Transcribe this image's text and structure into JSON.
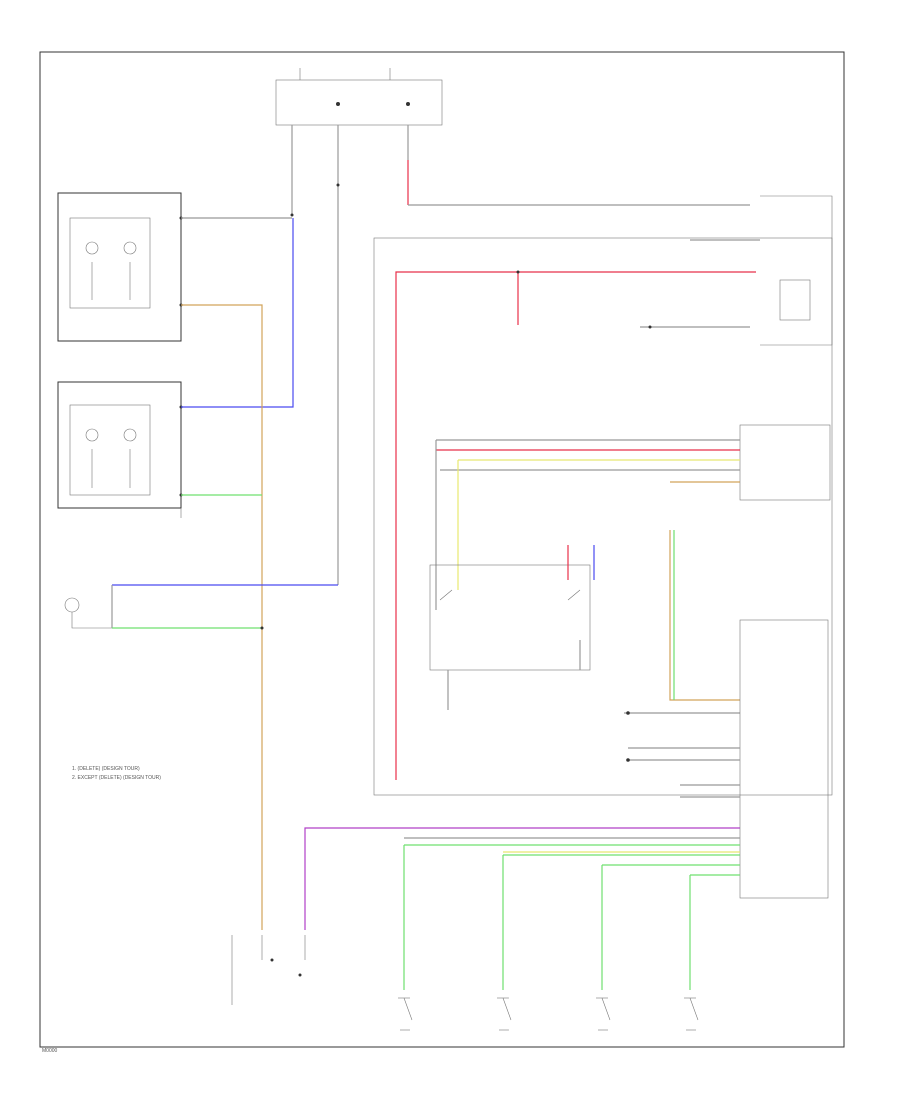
{
  "diagram": {
    "note_1": "1. (DELETE) (DESIGN TOUR)",
    "note_2": "2. EXCEPT (DELETE) (DESIGN TOUR)",
    "footer_code": "M0000"
  },
  "colors": {
    "black": "#444444",
    "red": "#e8304a",
    "blue": "#4a4af0",
    "orange": "#d2a35a",
    "green": "#6fe06f",
    "yellow": "#e8e870",
    "purple": "#b040c8",
    "gray": "#999999"
  }
}
